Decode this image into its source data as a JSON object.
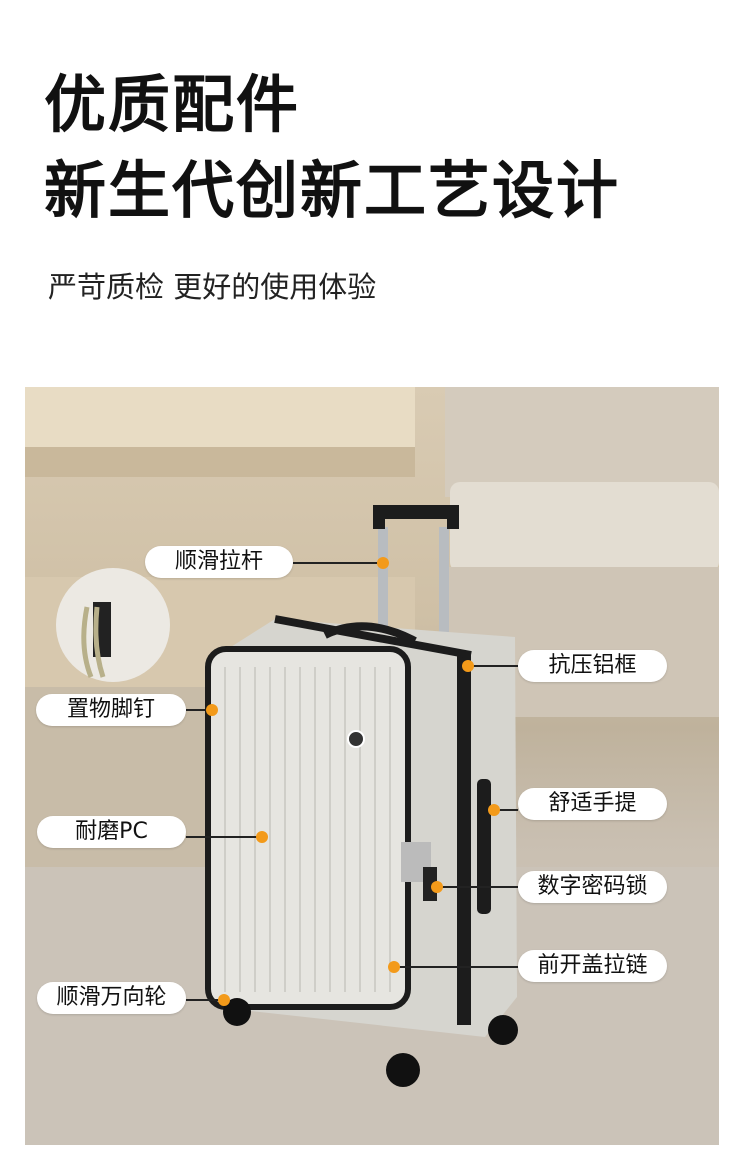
{
  "header": {
    "title_line1": "优质配件",
    "title_line2": "新生代创新工艺设计",
    "subtitle": "严苛质检 更好的使用体验"
  },
  "callouts": [
    {
      "label": "顺滑拉杆"
    },
    {
      "label": "抗压铝框"
    },
    {
      "label": "置物脚钉"
    },
    {
      "label": "舒适手提"
    },
    {
      "label": "耐磨PC"
    },
    {
      "label": "数字密码锁"
    },
    {
      "label": "前开盖拉链"
    },
    {
      "label": "顺滑万向轮"
    }
  ],
  "colors": {
    "accent_dot": "#f39a1a",
    "suitcase": "#e4e3de",
    "frame": "#1c1c1c"
  }
}
